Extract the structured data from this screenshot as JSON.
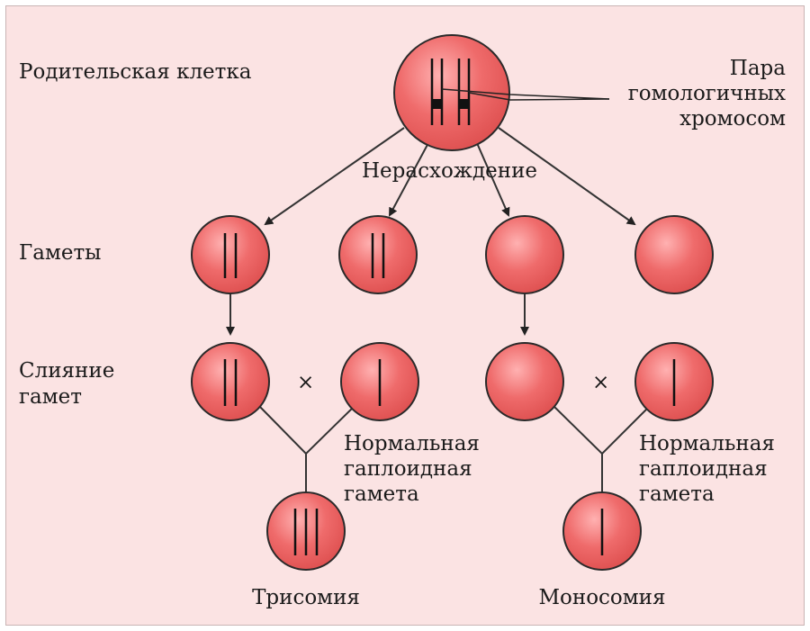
{
  "labels": {
    "parent_cell": "Родительская клетка",
    "gametes": "Гаметы",
    "fusion_line1": "Слияние",
    "fusion_line2": "гамет",
    "nondisjunction": "Нерасхождение",
    "pair_line1": "Пара",
    "pair_line2": "гомологичных",
    "pair_line3": "хромосом",
    "normal_left_line1": "Нормальная",
    "normal_left_line2": "гаплоидная",
    "normal_left_line3": "гамета",
    "normal_right_line1": "Нормальная",
    "normal_right_line2": "гаплоидная",
    "normal_right_line3": "гамета",
    "cross_left": "×",
    "cross_right": "×",
    "trisomy": "Трисомия",
    "monosomy": "Моносомия"
  },
  "colors": {
    "background": "#fbe3e3",
    "cell_fill": "#ef6b6b",
    "cell_highlight": "#ffb1b1",
    "cell_border": "#2a2a2a"
  },
  "cells": {
    "parent": {
      "chromosomes": 4
    },
    "gamete_1": {
      "chromosomes": 2
    },
    "gamete_2": {
      "chromosomes": 2
    },
    "gamete_3": {
      "chromosomes": 0
    },
    "gamete_4": {
      "chromosomes": 0
    },
    "fusion_disomic": {
      "chromosomes": 2
    },
    "fusion_normal_left": {
      "chromosomes": 1
    },
    "fusion_nullisomic": {
      "chromosomes": 0
    },
    "fusion_normal_right": {
      "chromosomes": 1
    },
    "zygote_trisomy": {
      "chromosomes": 3
    },
    "zygote_monosomy": {
      "chromosomes": 1
    }
  }
}
